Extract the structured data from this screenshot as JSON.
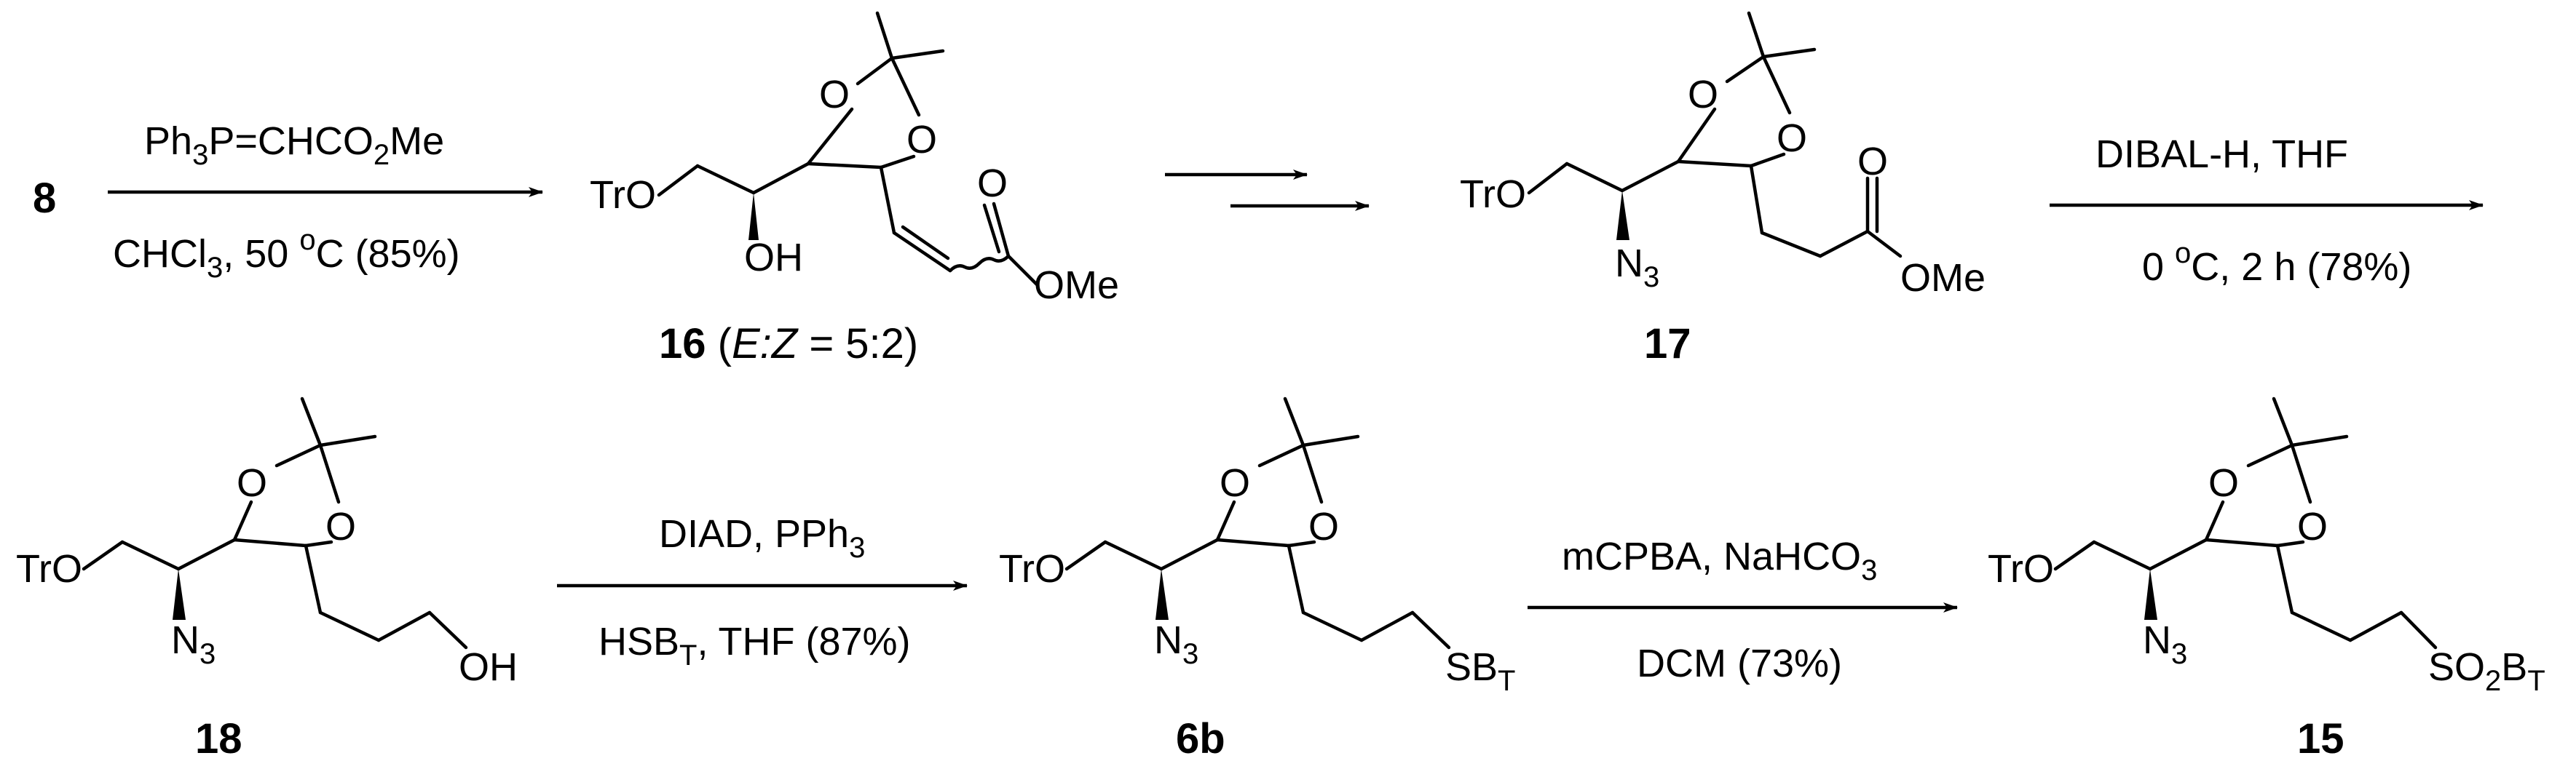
{
  "start_compound": "8",
  "compounds": {
    "c16": {
      "number": "16",
      "ratio_open": " (",
      "ratio_italic_e": "E",
      "ratio_colon": ":",
      "ratio_italic_z": "Z",
      "ratio_value": " = 5:2)",
      "tro": "TrO",
      "oh": "OH",
      "ome": "OMe"
    },
    "c17": {
      "number": "17",
      "tro": "TrO",
      "ome": "OMe"
    },
    "c18": {
      "number": "18",
      "tro": "TrO",
      "oh": "OH"
    },
    "c6b": {
      "number": "6b",
      "tro": "TrO"
    },
    "c15": {
      "number": "15",
      "tro": "TrO"
    }
  },
  "atoms": {
    "o": "O",
    "n": "N",
    "sub3": "3"
  },
  "groups": {
    "sb": "SB",
    "sb_sub": "T",
    "so2b_a": "SO",
    "so2b_sub2": "2",
    "so2b_b": "B",
    "so2b_subT": "T"
  },
  "reactions": {
    "r1": {
      "above_a": "Ph",
      "above_sub3": "3",
      "above_b": "P=CHCO",
      "above_sub2": "2",
      "above_c": "Me",
      "below_a": "CHCl",
      "below_sub3": "3",
      "below_b": ", 50 ",
      "below_deg": "o",
      "below_c": "C (85%)"
    },
    "r3": {
      "above": "DIBAL-H, THF",
      "below_a": "0 ",
      "below_deg": "o",
      "below_b": "C, 2 h (78%)"
    },
    "r4": {
      "above_a": "DIAD, PPh",
      "above_sub3": "3",
      "below_a": "HSB",
      "below_subT": "T",
      "below_b": ", THF (87%)"
    },
    "r5": {
      "above_a": "mCPBA, NaHCO",
      "above_sub3": "3",
      "below": "DCM (73%)"
    }
  }
}
